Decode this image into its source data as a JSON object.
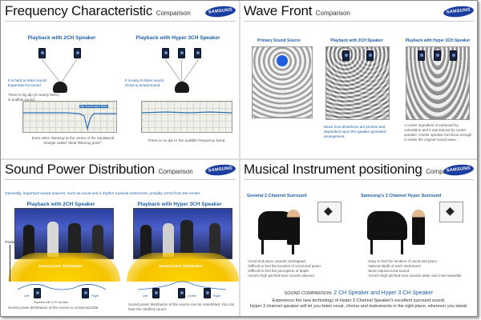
{
  "brand": "SAMSUNG",
  "panels": {
    "frequency": {
      "title": "Frequency Characteristic",
      "subtitle": "Comparison",
      "left": {
        "heading": "Playback with 2CH Speaker",
        "note_blue": [
          "It is hard to listen sound.",
          "Expensive for sound"
        ],
        "note_grey": "There is big dip (5~nearly 5kHz) in audible sound.",
        "dip_label": "Dip sound wave Bella",
        "caption": "Even when listening at the vertex of the equilateral triangle called \"ideal listening point\"."
      },
      "right": {
        "heading": "Playback with Hyper 3CH Speaker",
        "note_blue": [
          "It is easy to listen sound.",
          "Close to actual sound"
        ],
        "caption": "There is no dip in the audible frequency band."
      }
    },
    "wavefront": {
      "title": "Wave Front",
      "subtitle": "Comparison",
      "columns": [
        {
          "heading": "Primary Sound Source",
          "caption": ""
        },
        {
          "heading": "Playback with 2CH Speaker",
          "caption": "Wave front distortions are present and dependent upon the speaker geometric arrangement."
        },
        {
          "heading": "Playback with Hyper 3CH Speaker",
          "caption": "A center ingredient is extracted by calculation and it reproduced by center speaker. Center speaker functions enough to retain the original sound wave."
        }
      ]
    },
    "power": {
      "title": "Sound Power Distribution",
      "subtitle": "Comparison",
      "intro": "Generally, important sound sources, such as vocal and a rhythm musical instrument, actually come from the center.",
      "left": {
        "heading": "Playback with 2CH Speaker",
        "band_label": "Sound power distribution",
        "power_label": "Power",
        "speaker_left": "Left",
        "speaker_right": "Right",
        "speakers_caption": "Playback with 2CH Speaker",
        "caption": "Sound power distribution of the source is unreproducible."
      },
      "right": {
        "heading": "Playback with Hyper 3CH Speaker",
        "band_label": "Sound power distribution",
        "speaker_left": "Left",
        "speaker_center": "Center",
        "speaker_right": "Right",
        "caption": "Sound power distribution of the source can be resembled. You can hear the clarified sound."
      }
    },
    "musical": {
      "title": "Musical Instrument positioning",
      "subtitle": "Comparison",
      "left": {
        "heading": "General 2 Channel Surround",
        "bullets": [
          "·Vocal and piano sounds overlapped.",
          "·Difficult to feel the location of vocal and piano.",
          "·Difficult to feel the perception of depth.",
          "·Vocal's high pitched tone sounds obscure."
        ]
      },
      "right": {
        "heading": "Samsung's 3 Channel Hyper Surround",
        "bullets": [
          "·Easy to feel the location of vocal and piano.",
          "·Natural depth of each instrument.",
          "·More natural vocal sound.",
          "·Vocal's high pitched tone sounds wider and more beautiful."
        ]
      },
      "footer": {
        "prefix": "SOUND COMPARISON: ",
        "title": "2 CH Speaker and Hyper 3 CH Speaker",
        "line1": "Experience the new technology of Hyper 3 Channel Speaker's excellent surround sound.",
        "line2": "Hyper 3 channel speaker will let you listen vocal, chorus and instruments in the right place, wherever you stand."
      }
    }
  },
  "colors": {
    "accent_blue": "#1f5fa8",
    "brand_blue": "#1b3fa0",
    "band_yellow": "#f5c400",
    "graph_curve": "#2a6db5"
  }
}
